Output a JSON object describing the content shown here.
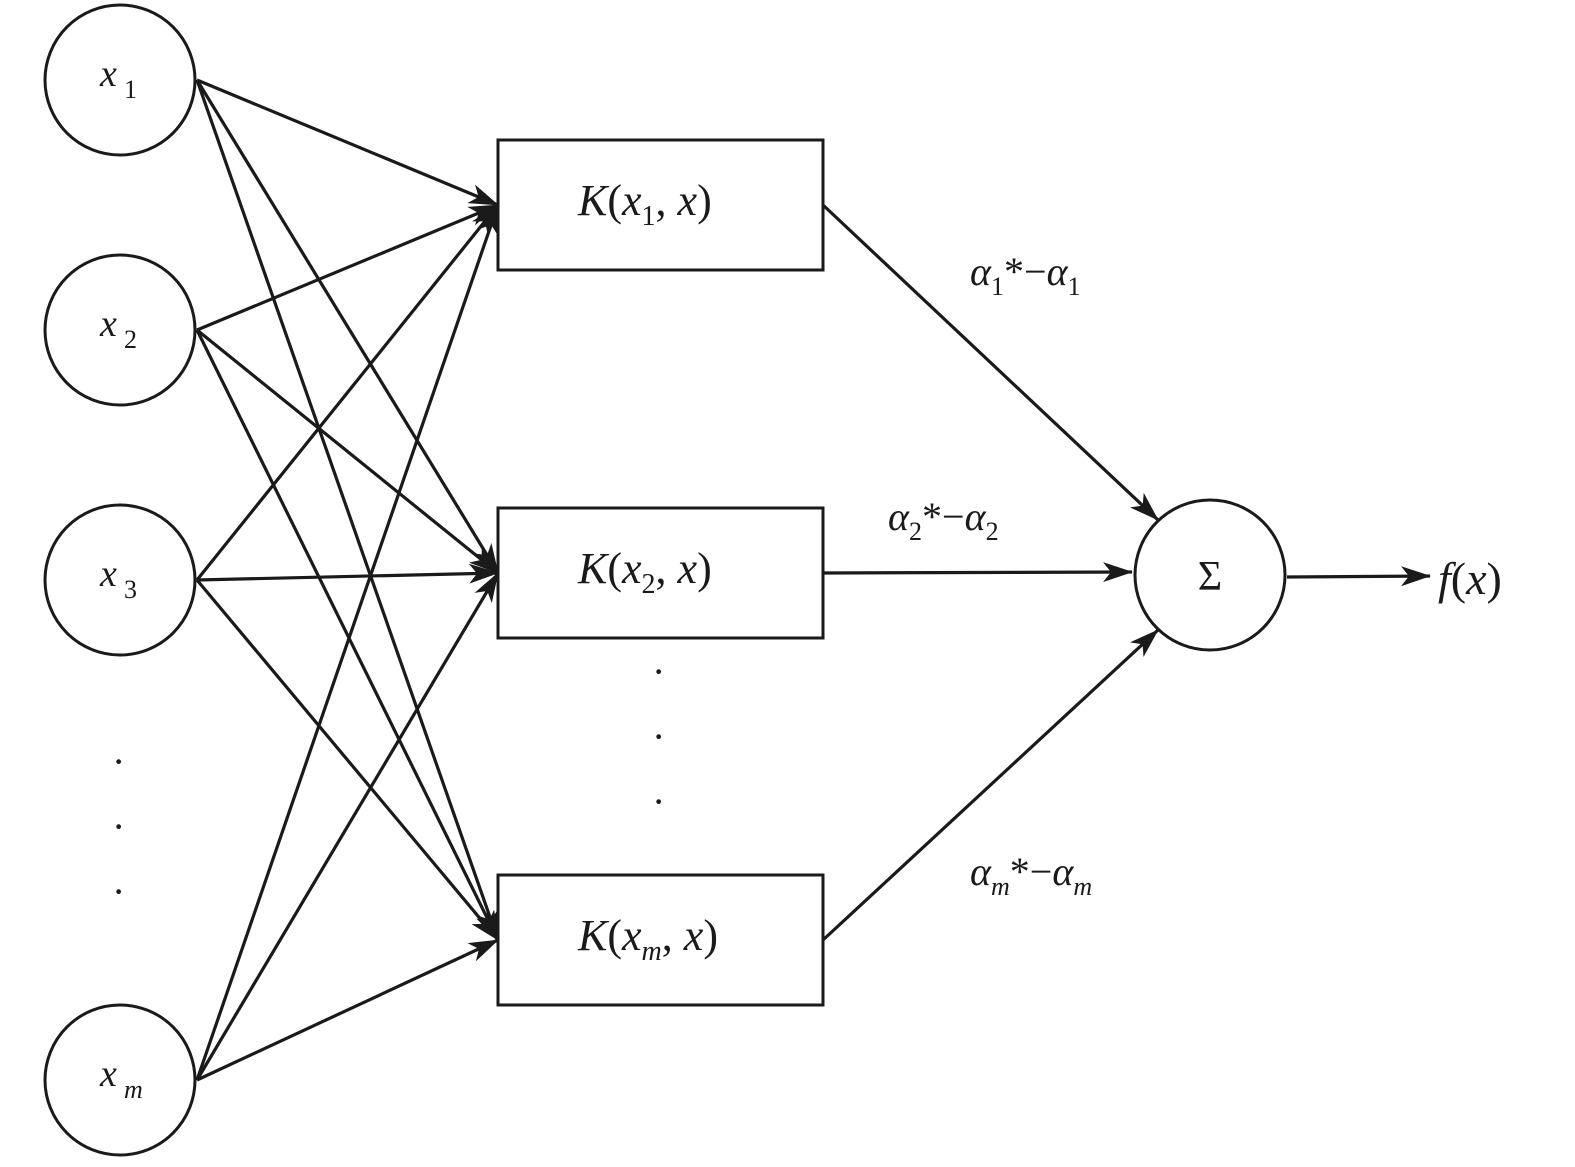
{
  "inputs": [
    {
      "var": "x",
      "sub": "1"
    },
    {
      "var": "x",
      "sub": "2"
    },
    {
      "var": "x",
      "sub": "3"
    },
    {
      "var": "x",
      "sub": "m"
    }
  ],
  "kernels": [
    {
      "fn": "K",
      "var": "x",
      "sub": "1",
      "rest": ", ",
      "arg": "x"
    },
    {
      "fn": "K",
      "var": "x",
      "sub": "2",
      "rest": ", ",
      "arg": "x"
    },
    {
      "fn": "K",
      "var": "x",
      "sub": "m",
      "rest": ", ",
      "arg": "x"
    }
  ],
  "weights": [
    {
      "sym": "α",
      "sub": "1",
      "op": "*−"
    },
    {
      "sym": "α",
      "sub": "2",
      "op": "*−"
    },
    {
      "sym": "α",
      "sub": "m",
      "op": "*−"
    }
  ],
  "sum_node": {
    "label": "Σ"
  },
  "output": {
    "fn": "f",
    "arg": "x"
  },
  "ellipsis": "·",
  "colors": {
    "stroke": "#1a1a1a",
    "background": "#ffffff"
  }
}
